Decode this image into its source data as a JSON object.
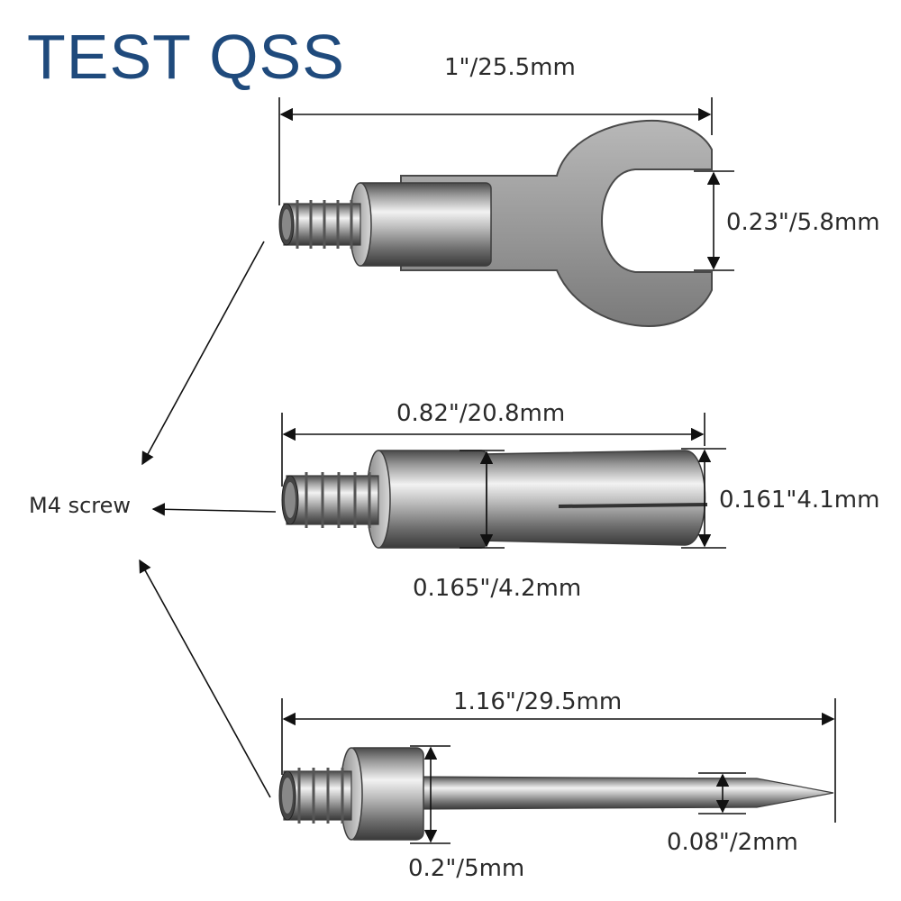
{
  "brand": "TEST QSS",
  "colors": {
    "brand": "#1f4a7c",
    "metal_light": "#e6e6e6",
    "metal_dark": "#5e5e5e",
    "dimension_line": "#111111"
  },
  "callout": {
    "label": "M4 screw"
  },
  "parts": [
    {
      "name": "fork terminal",
      "dims": {
        "length": "1\"/25.5mm",
        "fork_gap": "0.23\"/5.8mm"
      }
    },
    {
      "name": "banana plug tip",
      "dims": {
        "length": "0.82\"/20.8mm",
        "collar_diameter": "0.165\"/4.2mm",
        "tip_diameter": "0.161\"4.1mm"
      }
    },
    {
      "name": "needle probe tip",
      "dims": {
        "length": "1.16\"/29.5mm",
        "collar_diameter": "0.2\"/5mm",
        "needle_diameter": "0.08\"/2mm"
      }
    }
  ]
}
